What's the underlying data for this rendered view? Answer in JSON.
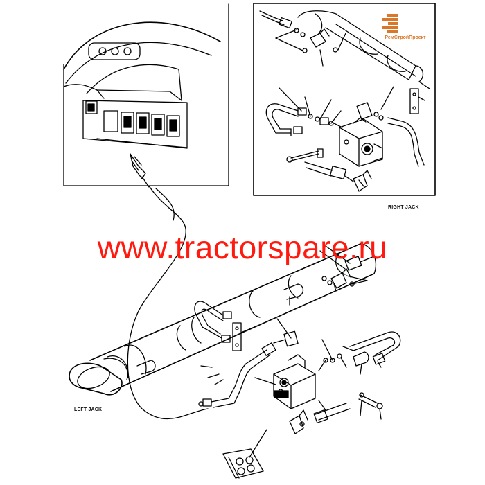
{
  "labels": {
    "right_jack": "RIGHT JACK",
    "left_jack": "LEFT JACK"
  },
  "watermark": {
    "text": "www.tractorspare.ru",
    "color": "#ff1a10"
  },
  "logo": {
    "text": "РемСтройПроект",
    "color": "#d9772a"
  },
  "line_color": "#000000",
  "background": "#ffffff"
}
